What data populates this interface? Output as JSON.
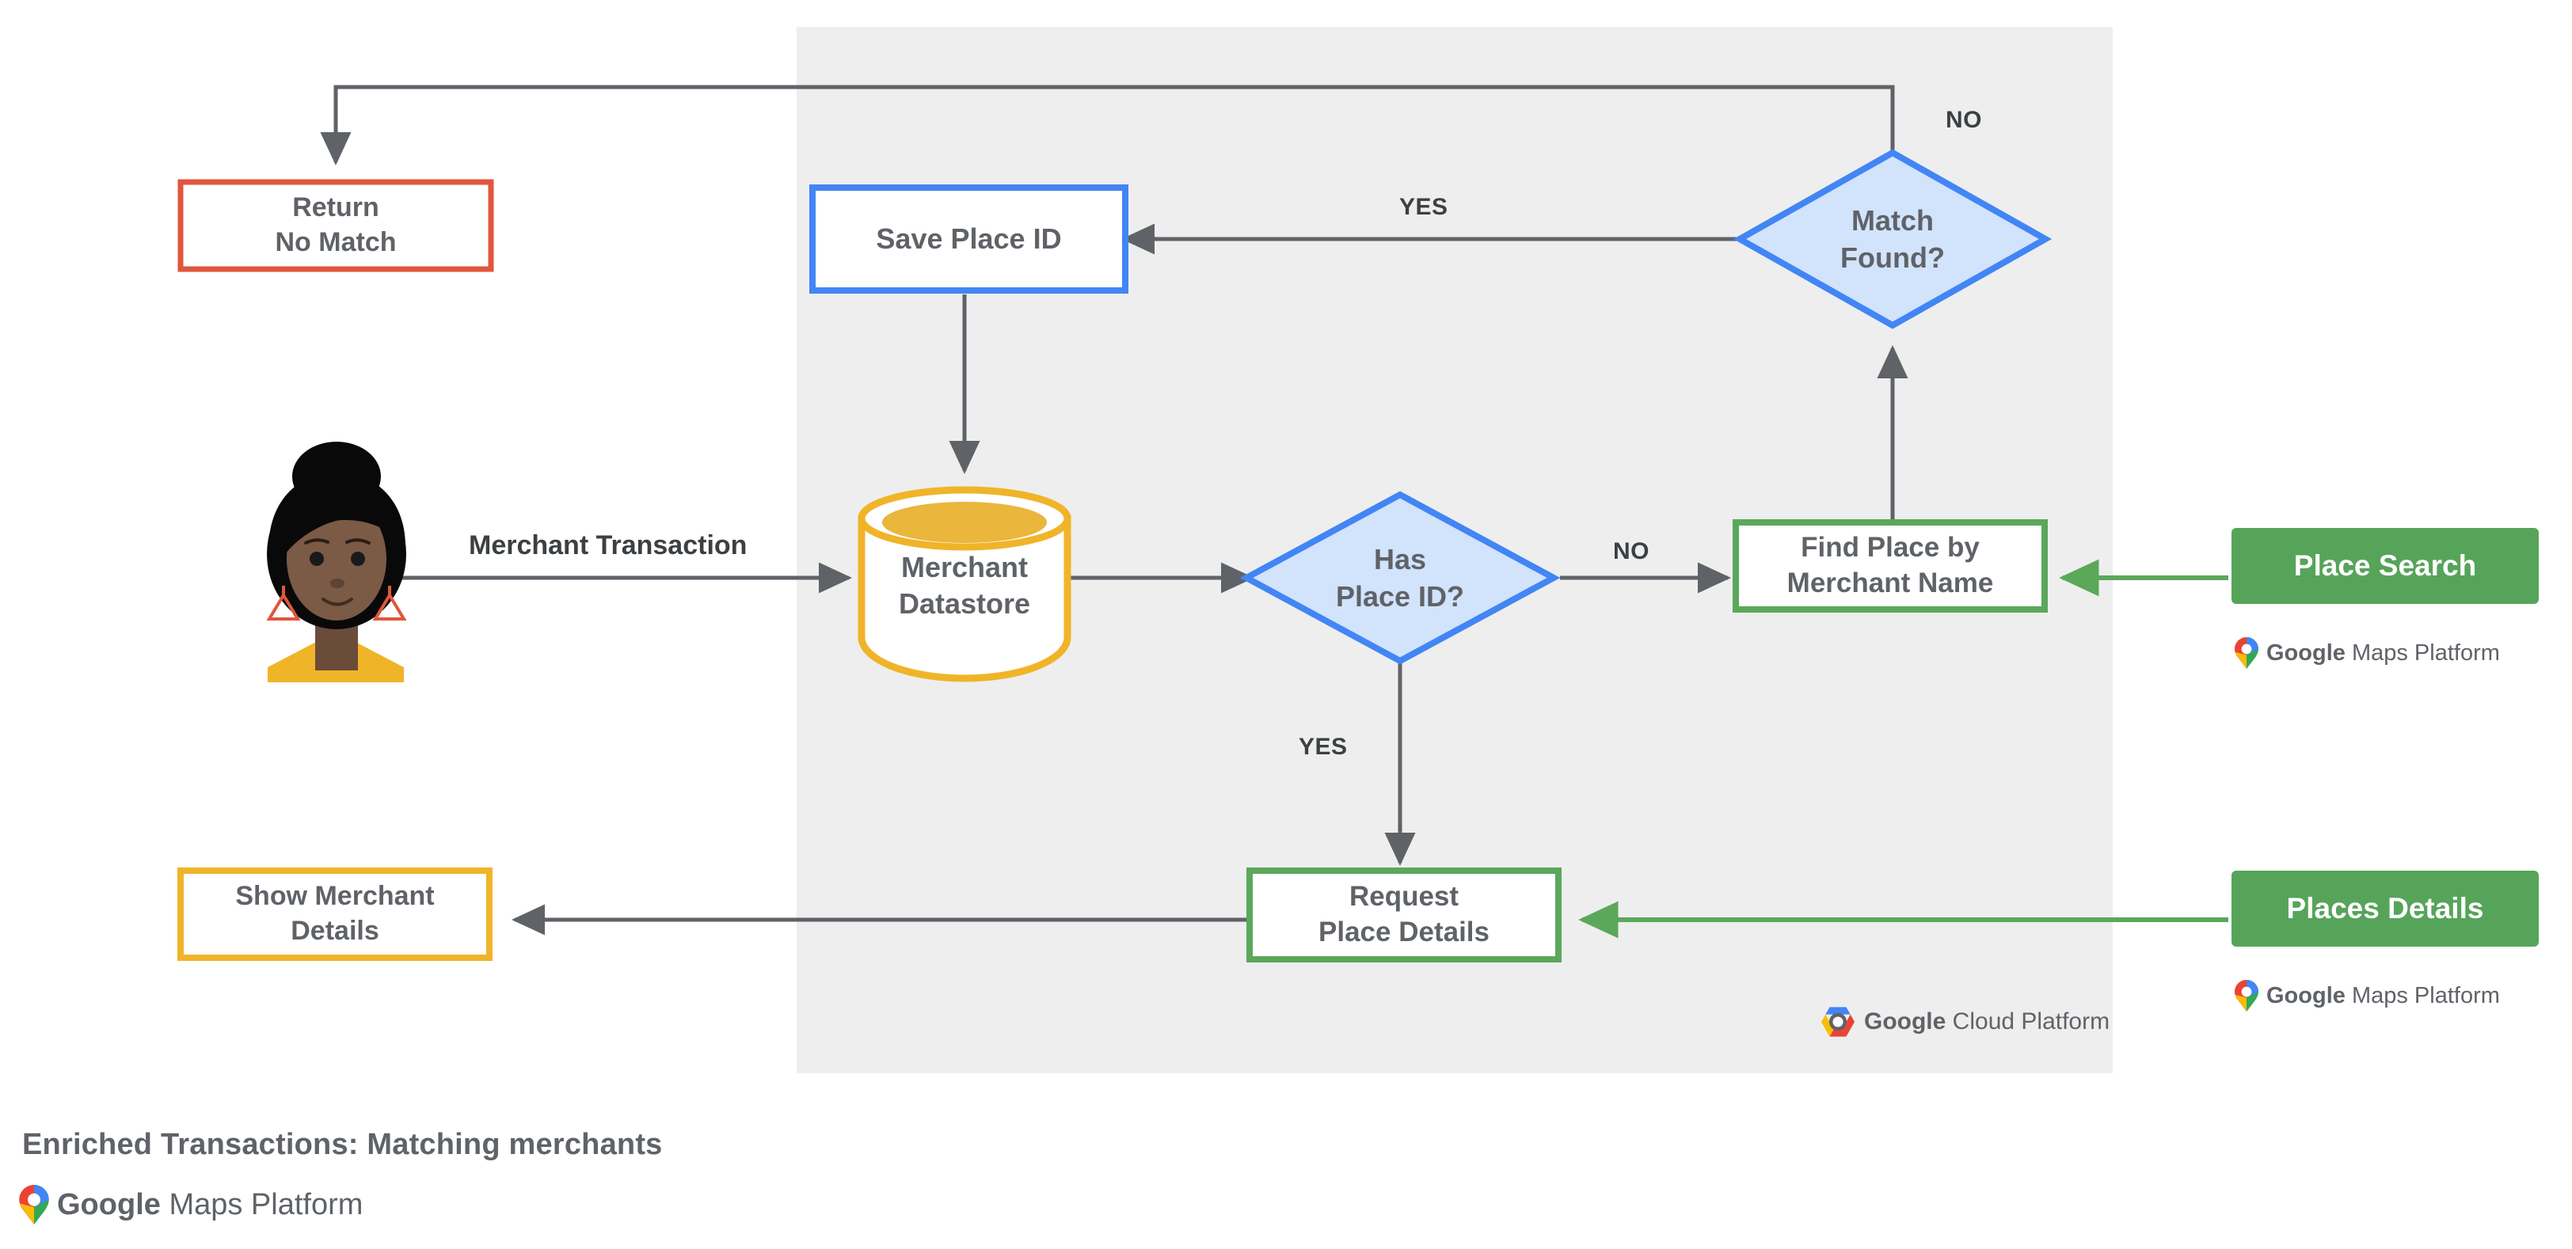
{
  "diagram": {
    "title": "Enriched Transactions: Matching merchants",
    "panel_label": "Google Cloud Platform",
    "colors": {
      "panel_bg": "#eeeeee",
      "blue": "#4285f4",
      "blue_fill": "#d2e3fc",
      "red": "#e1563c",
      "yellow": "#f0b429",
      "green": "#5ba85a",
      "green_fill": "#56a45a",
      "arrow": "#5f6368",
      "text": "#5f6368"
    },
    "nodes": {
      "return_no_match": {
        "line1": "Return",
        "line2": "No Match"
      },
      "save_place_id": {
        "line1": "Save Place ID"
      },
      "match_found": {
        "line1": "Match",
        "line2": "Found?"
      },
      "merchant_datastore": {
        "line1": "Merchant",
        "line2": "Datastore"
      },
      "has_place_id": {
        "line1": "Has",
        "line2": "Place ID?"
      },
      "find_place_by_merchant_name": {
        "line1": "Find Place by",
        "line2": "Merchant Name"
      },
      "show_merchant_details": {
        "line1": "Show Merchant",
        "line2": "Details"
      },
      "request_place_details": {
        "line1": "Request",
        "line2": "Place Details"
      },
      "place_search": {
        "label": "Place Search"
      },
      "places_details": {
        "label": "Places Details"
      }
    },
    "edge_labels": {
      "no_match_found": "NO",
      "yes_match_found": "YES",
      "no_has_place_id": "NO",
      "yes_has_place_id": "YES"
    },
    "flow_labels": {
      "merchant_transaction": "Merchant Transaction"
    },
    "logos": {
      "gmp_brand": "Google",
      "gmp_product": " Maps Platform",
      "gcp_brand": "Google",
      "gcp_product": " Cloud Platform"
    }
  }
}
